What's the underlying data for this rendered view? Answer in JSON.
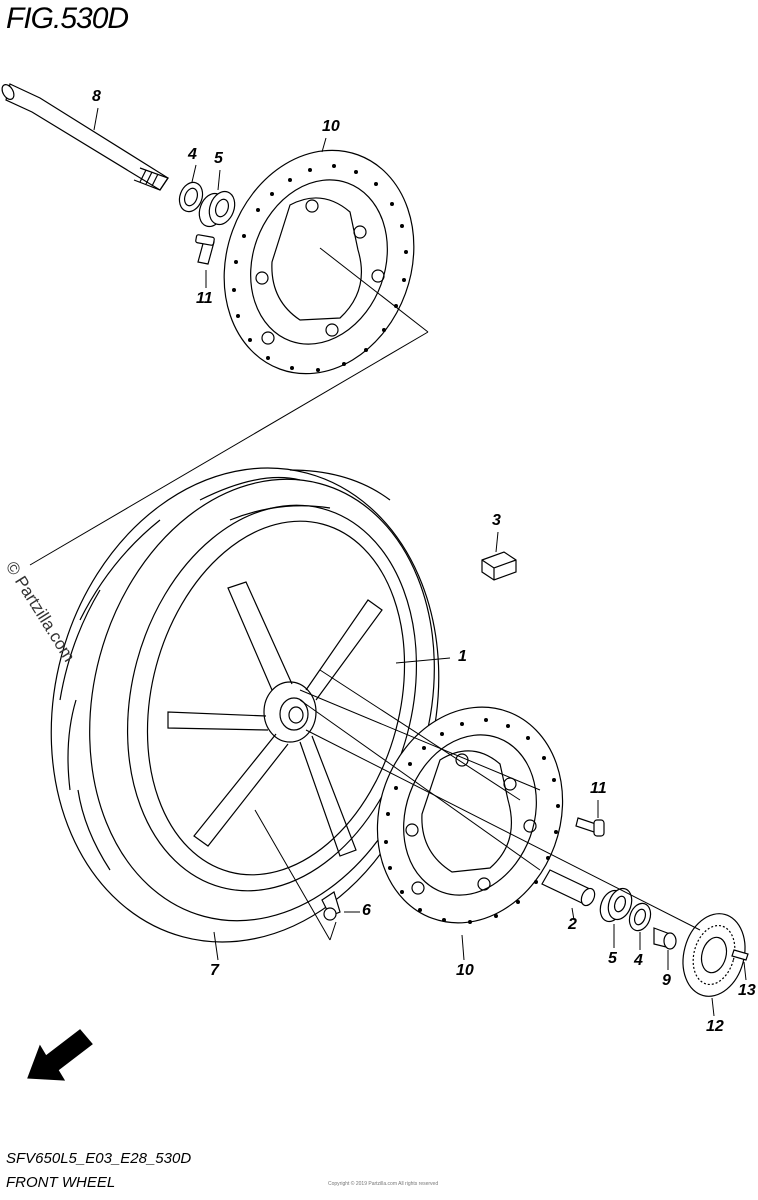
{
  "figure": {
    "title": "FIG.530D",
    "code": "SFV650L5_E03_E28_530D",
    "name": "FRONT WHEEL",
    "watermark": "© Partzilla.com",
    "fine_print": "Copyright © 2019 Partzilla.com All rights reserved"
  },
  "fwd_label": "FWD",
  "callouts": [
    {
      "id": "c8",
      "label": "8"
    },
    {
      "id": "c4a",
      "label": "4"
    },
    {
      "id": "c5a",
      "label": "5"
    },
    {
      "id": "c10a",
      "label": "10"
    },
    {
      "id": "c11a",
      "label": "11"
    },
    {
      "id": "c3",
      "label": "3"
    },
    {
      "id": "c1",
      "label": "1"
    },
    {
      "id": "c11b",
      "label": "11"
    },
    {
      "id": "c6",
      "label": "6"
    },
    {
      "id": "c2",
      "label": "2"
    },
    {
      "id": "c7",
      "label": "7"
    },
    {
      "id": "c10b",
      "label": "10"
    },
    {
      "id": "c5b",
      "label": "5"
    },
    {
      "id": "c4b",
      "label": "4"
    },
    {
      "id": "c9",
      "label": "9"
    },
    {
      "id": "c13",
      "label": "13"
    },
    {
      "id": "c12",
      "label": "12"
    }
  ]
}
